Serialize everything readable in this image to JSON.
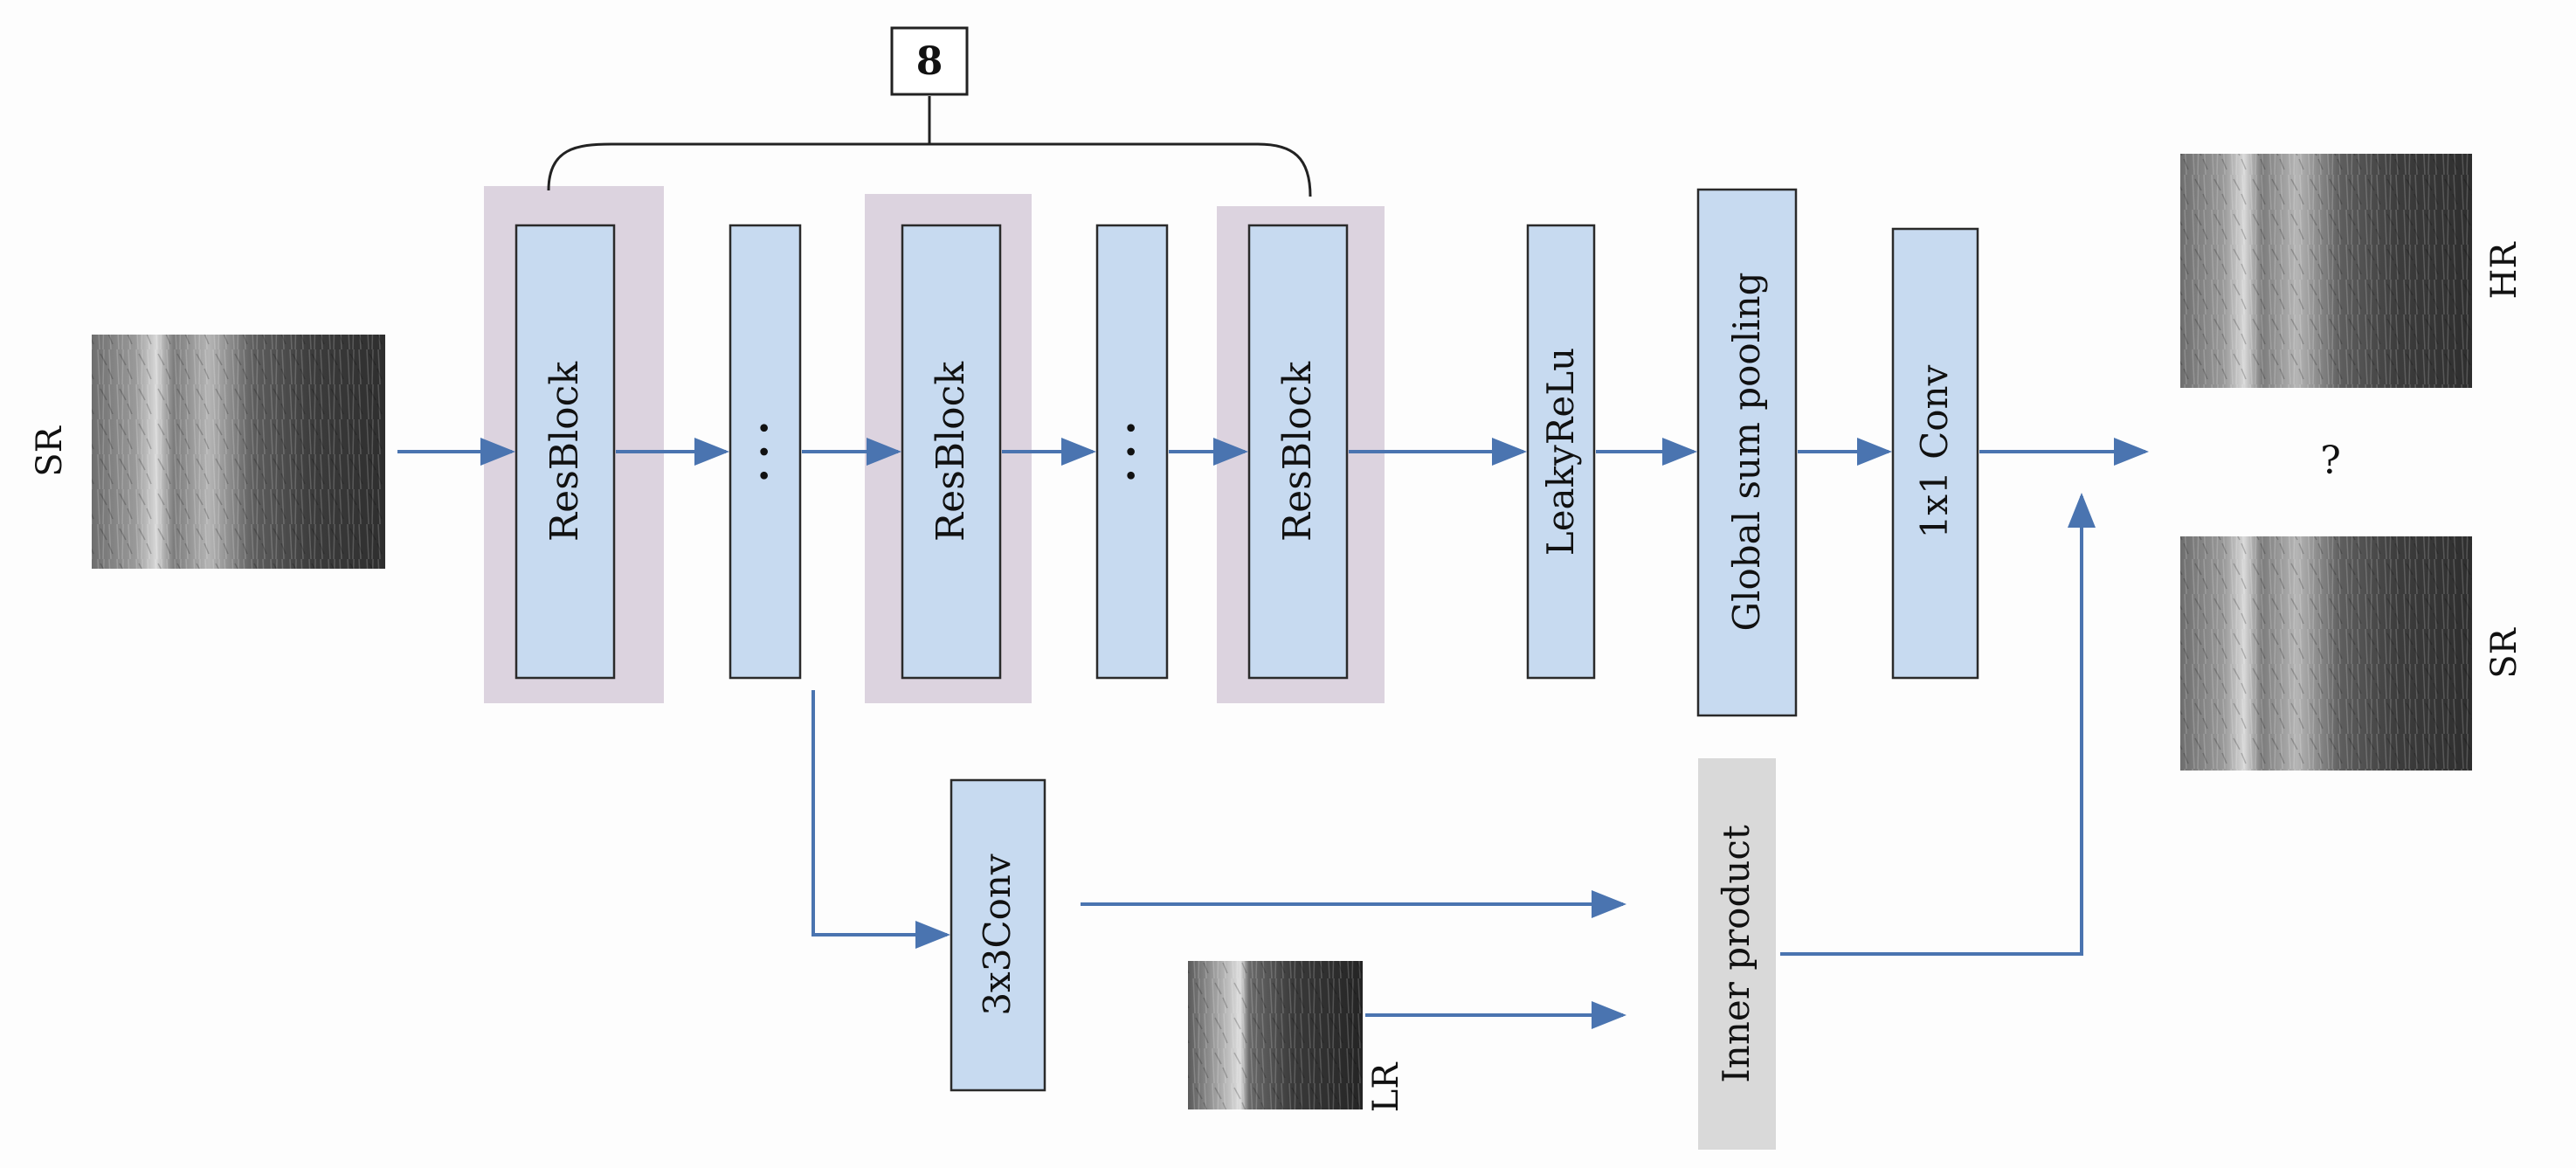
{
  "repeat_count": "8",
  "images": {
    "input": {
      "label": "SR"
    },
    "lr": {
      "label": "LR"
    },
    "hr_out": {
      "label": "HR"
    },
    "sr_out": {
      "label": "SR"
    }
  },
  "blocks": {
    "resblock_1": "ResBlock",
    "ellipsis_1": "• • •",
    "resblock_2": "ResBlock",
    "ellipsis_2": "• • •",
    "resblock_3": "ResBlock",
    "leaky_relu": "LeakyReLu",
    "global_sum_pooling": "Global sum pooling",
    "conv_1x1": "1x1 Conv",
    "conv_3x3": "3x3Conv",
    "inner_product": "Inner product"
  },
  "question_mark": "?",
  "colors": {
    "block_fill": "#c7daf0",
    "block_stroke": "#2a2a2a",
    "highlight_fill": "#dcd3df",
    "inner_product_fill": "#d9d9d9",
    "arrow": "#4a74b0",
    "bracket": "#222222"
  }
}
